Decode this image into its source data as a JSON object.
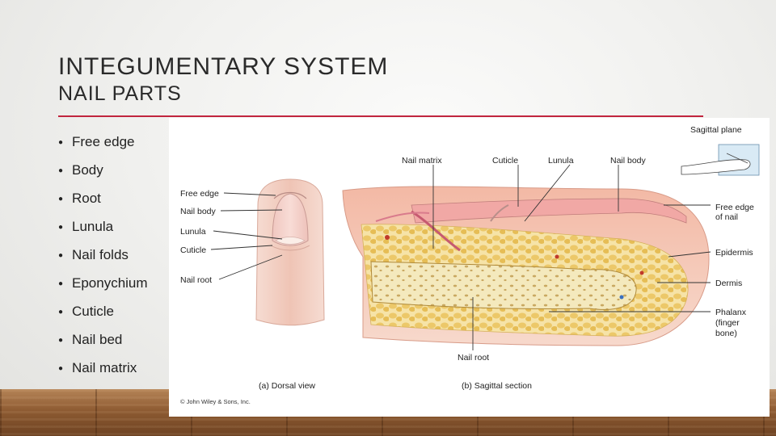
{
  "slide": {
    "title": "INTEGUMENTARY SYSTEM",
    "subtitle": "NAIL PARTS",
    "accent_color": "#c1253e"
  },
  "bullets": [
    "Free edge",
    "Body",
    "Root",
    "Lunula",
    "Nail folds",
    "Eponychium",
    "Cuticle",
    "Nail bed",
    "Nail matrix"
  ],
  "figure": {
    "dorsal": {
      "labels": {
        "free_edge": "Free edge",
        "nail_body": "Nail body",
        "lunula": "Lunula",
        "cuticle": "Cuticle",
        "nail_root": "Nail root"
      },
      "caption": "(a) Dorsal view"
    },
    "sagittal": {
      "labels": {
        "sagittal_plane": "Sagittal plane",
        "nail_matrix": "Nail matrix",
        "cuticle": "Cuticle",
        "lunula": "Lunula",
        "nail_body": "Nail body",
        "free_edge_1": "Free edge",
        "free_edge_2": "of nail",
        "epidermis": "Epidermis",
        "dermis": "Dermis",
        "phalanx_1": "Phalanx",
        "phalanx_2": "(finger",
        "phalanx_3": "bone)",
        "nail_root": "Nail root"
      },
      "caption": "(b) Sagittal section"
    },
    "copyright": "© John Wiley & Sons, Inc."
  }
}
